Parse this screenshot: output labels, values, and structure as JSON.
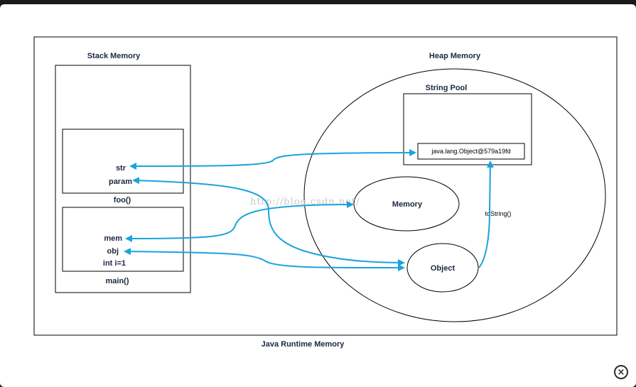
{
  "diagram": {
    "stack_title": "Stack Memory",
    "heap_title": "Heap Memory",
    "runtime_title": "Java Runtime Memory",
    "string_pool_title": "String Pool",
    "foo_frame": {
      "label": "foo()",
      "vars": [
        "str",
        "param"
      ]
    },
    "main_frame": {
      "label": "main()",
      "vars": [
        "mem",
        "obj",
        "int i=1"
      ]
    },
    "string_value": "java.lang.Object@579a19fd",
    "memory_object": "Memory",
    "object_object": "Object",
    "tostring_label": "toString()",
    "watermark": "http://blog.csdn.net/"
  },
  "colors": {
    "arrow": "#1aa3dd",
    "text": "#1a2840",
    "border": "#000000"
  },
  "close_icon": "×"
}
